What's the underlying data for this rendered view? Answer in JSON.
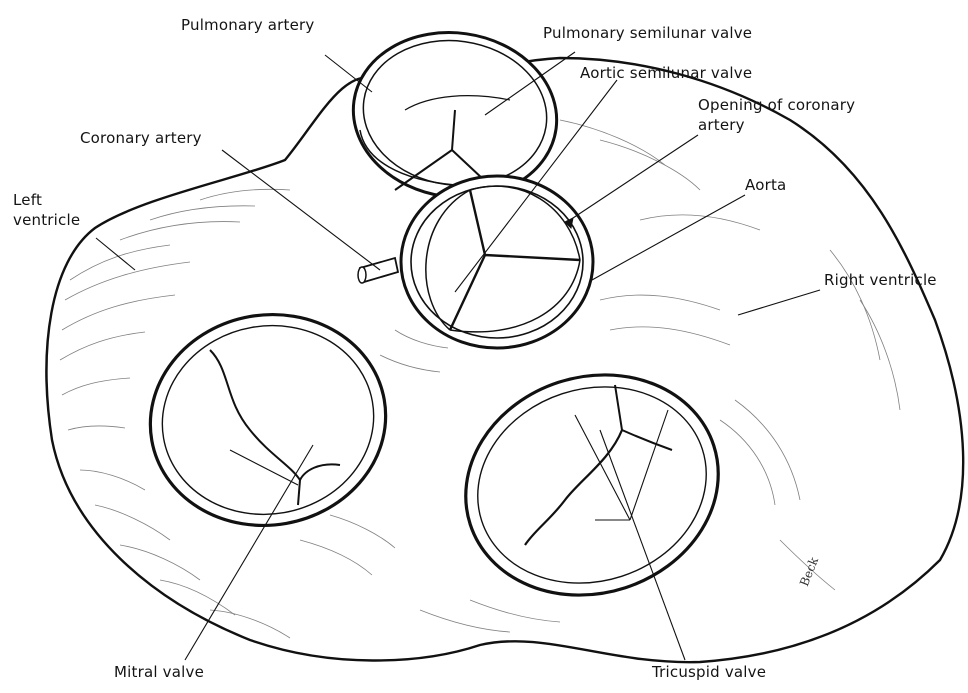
{
  "labels": {
    "pulmonary_artery": "Pulmonary artery",
    "pulmonary_semilunar_valve": "Pulmonary semilunar valve",
    "aortic_semilunar_valve": "Aortic semilunar valve",
    "opening_coronary_line1": "Opening of coronary",
    "opening_coronary_line2": "artery",
    "coronary_artery": "Coronary artery",
    "left_ventricle_line1": "Left",
    "left_ventricle_line2": "ventricle",
    "aorta": "Aorta",
    "right_ventricle": "Right ventricle",
    "mitral_valve": "Mitral valve",
    "tricuspid_valve": "Tricuspid valve"
  },
  "signature": "Beck",
  "colors": {
    "ink": "#141414",
    "paper": "#ffffff"
  }
}
